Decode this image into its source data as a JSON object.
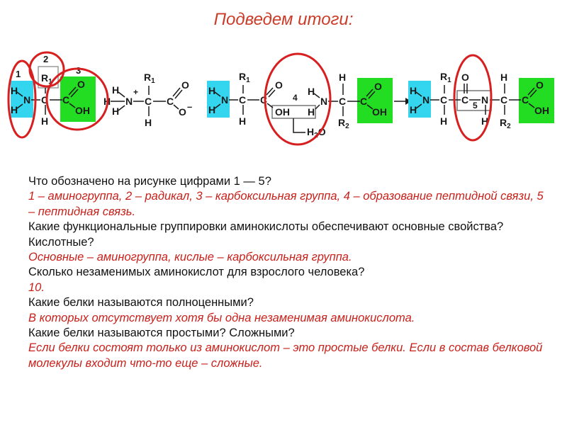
{
  "title": "Подведем итоги:",
  "colors": {
    "title": "#cc3b28",
    "answer": "#c8201a",
    "question": "#111111",
    "amino_box": "#33d6ee",
    "carboxyl_box": "#22dd22",
    "highlight_ring": "#d81f1f"
  },
  "diagram": {
    "labels": {
      "n1": "1",
      "n2": "2",
      "n3": "3",
      "n4": "4",
      "n5": "5",
      "H": "H",
      "N": "N",
      "C": "C",
      "O": "O",
      "OH": "OH",
      "R1": "R",
      "R2": "R",
      "sub1": "1",
      "sub2": "2",
      "plus": "+",
      "minus": "–",
      "water_H": "H",
      "water_sub": "2",
      "water_O": "O"
    }
  },
  "qa": [
    {
      "type": "question",
      "text": "Что обозначено на рисунке цифрами 1 — 5?"
    },
    {
      "type": "answer",
      "text": "1 – аминогруппа, 2 – радикал, 3 – карбоксильная группа, 4 – образование пептидной связи, 5 – пептидная связь."
    },
    {
      "type": "question",
      "text": "Какие функциональные группировки аминокислоты обеспечивают основные свойства? Кислотные?"
    },
    {
      "type": "answer",
      "text": "Основные – аминогруппа, кислые – карбоксильная группа."
    },
    {
      "type": "question",
      "text": "Сколько незаменимых аминокислот для взрослого человека?"
    },
    {
      "type": "answer",
      "text": "10."
    },
    {
      "type": "question",
      "text": "Какие белки называются полноценными?"
    },
    {
      "type": "answer",
      "text": "В которых отсутствует хотя бы одна незаменимая аминокислота."
    },
    {
      "type": "question",
      "text": "Какие белки называются простыми? Сложными?"
    },
    {
      "type": "answer",
      "text": "Если белки состоят только из аминокислот – это простые белки. Если в состав белковой молекулы входит что-то еще – сложные."
    }
  ]
}
